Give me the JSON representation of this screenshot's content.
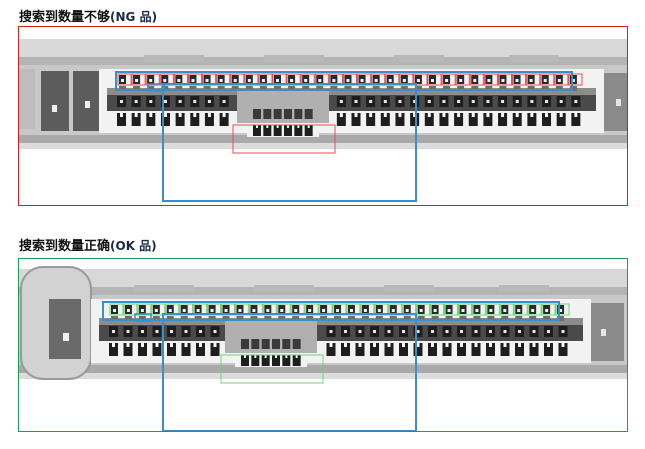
{
  "panels": [
    {
      "id": "ng",
      "title_main": "搜索到数量不够",
      "title_suffix": "(NG 品)",
      "status": "NG",
      "frame_color": "#d81e1e",
      "pin_box_color": "#e05050",
      "region_box_color": "#3a8fc8",
      "top_pin_count": 33,
      "bottom_pin_count": 26,
      "center_pin_count": 6,
      "left_end": "cut"
    },
    {
      "id": "ok",
      "title_main": "搜索到数量正确",
      "title_suffix": "(OK 品)",
      "status": "OK",
      "frame_color": "#1a9e50",
      "pin_box_color": "#6fd46f",
      "region_box_color": "#3a8fc8",
      "top_pin_count": 33,
      "bottom_pin_count": 26,
      "center_pin_count": 6,
      "left_end": "rounded"
    }
  ]
}
